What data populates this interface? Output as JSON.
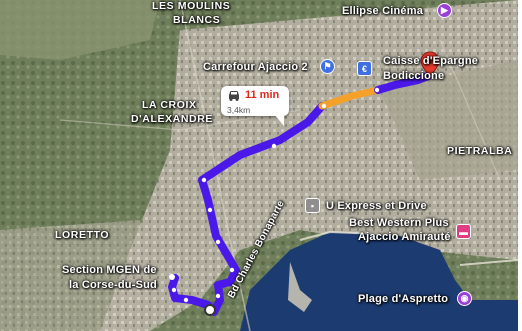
{
  "route": {
    "time": "11 min",
    "distance": "3,4km",
    "color": "#4a18e8",
    "traffic_color": "#f5a028",
    "car_icon": "car-icon",
    "start_icon": "route-start-dot-icon",
    "end_icon": "red-pin-icon"
  },
  "places": {
    "ellipse_cinema": "Ellipse Cinéma",
    "carrefour": "Carrefour Ajaccio 2",
    "caisse_line1": "Caisse d'Epargne",
    "caisse_line2": "Bodiccione",
    "u_express": "U Express et Drive",
    "best_western_line1": "Best Western Plus",
    "best_western_line2": "Ajaccio Amirauté",
    "plage": "Plage d'Aspretto",
    "mgen_line1": "Section MGEN de",
    "mgen_line2": "la Corse-du-Sud"
  },
  "areas": {
    "moulins_line1": "LES MOULINS",
    "moulins_line2": "BLANCS",
    "croix_line1": "LA CROIX",
    "croix_line2": "D'ALEXANDRE",
    "pietralba": "PIETRALBA",
    "loretto": "LORETTO"
  },
  "roads": {
    "bd_charles": "Bd Charles Bonaparte"
  },
  "icons": {
    "ellipse": "cinema-icon",
    "carrefour": "shopping-cart-icon",
    "caisse": "bank-icon",
    "u_express": "shopping-bag-icon",
    "best_western": "hotel-bed-icon",
    "plage": "camera-icon"
  },
  "colors": {
    "sea": "#1c3b70",
    "terrain": "#7c8a68",
    "urban": "#b7b2a6",
    "purple_poi": "#9a3fd8",
    "blue_poi": "#3f6fe0",
    "gray_poi": "#8f8f8f",
    "pink_poi": "#e13d83"
  }
}
